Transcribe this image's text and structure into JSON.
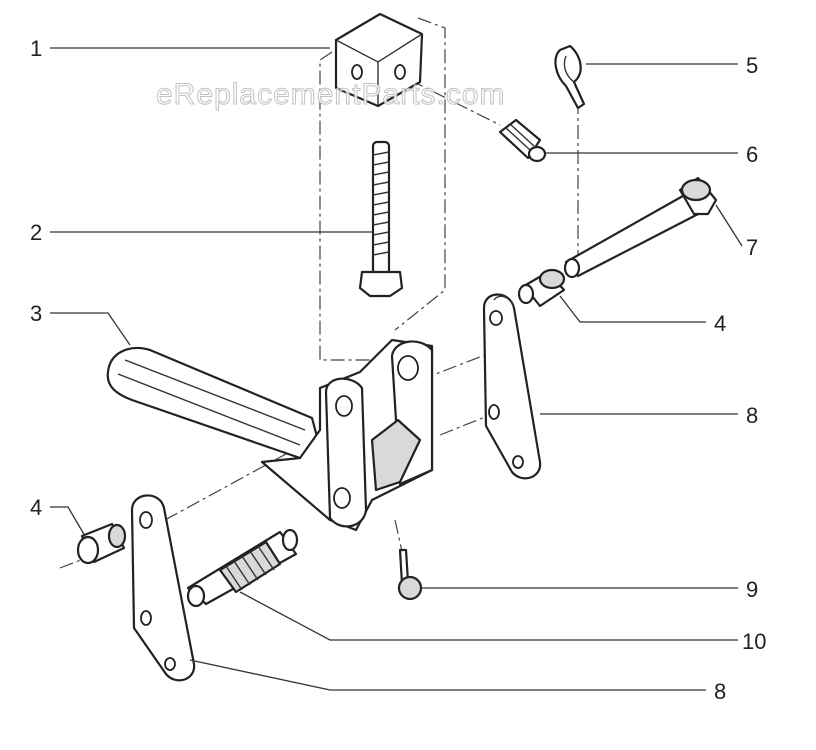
{
  "watermark": "eReplacementParts.com",
  "callouts": {
    "c1": "1",
    "c2": "2",
    "c3": "3",
    "c4_right": "4",
    "c4_left": "4",
    "c5": "5",
    "c6": "6",
    "c7": "7",
    "c8_right": "8",
    "c8_bottom": "8",
    "c9": "9",
    "c10": "10"
  }
}
